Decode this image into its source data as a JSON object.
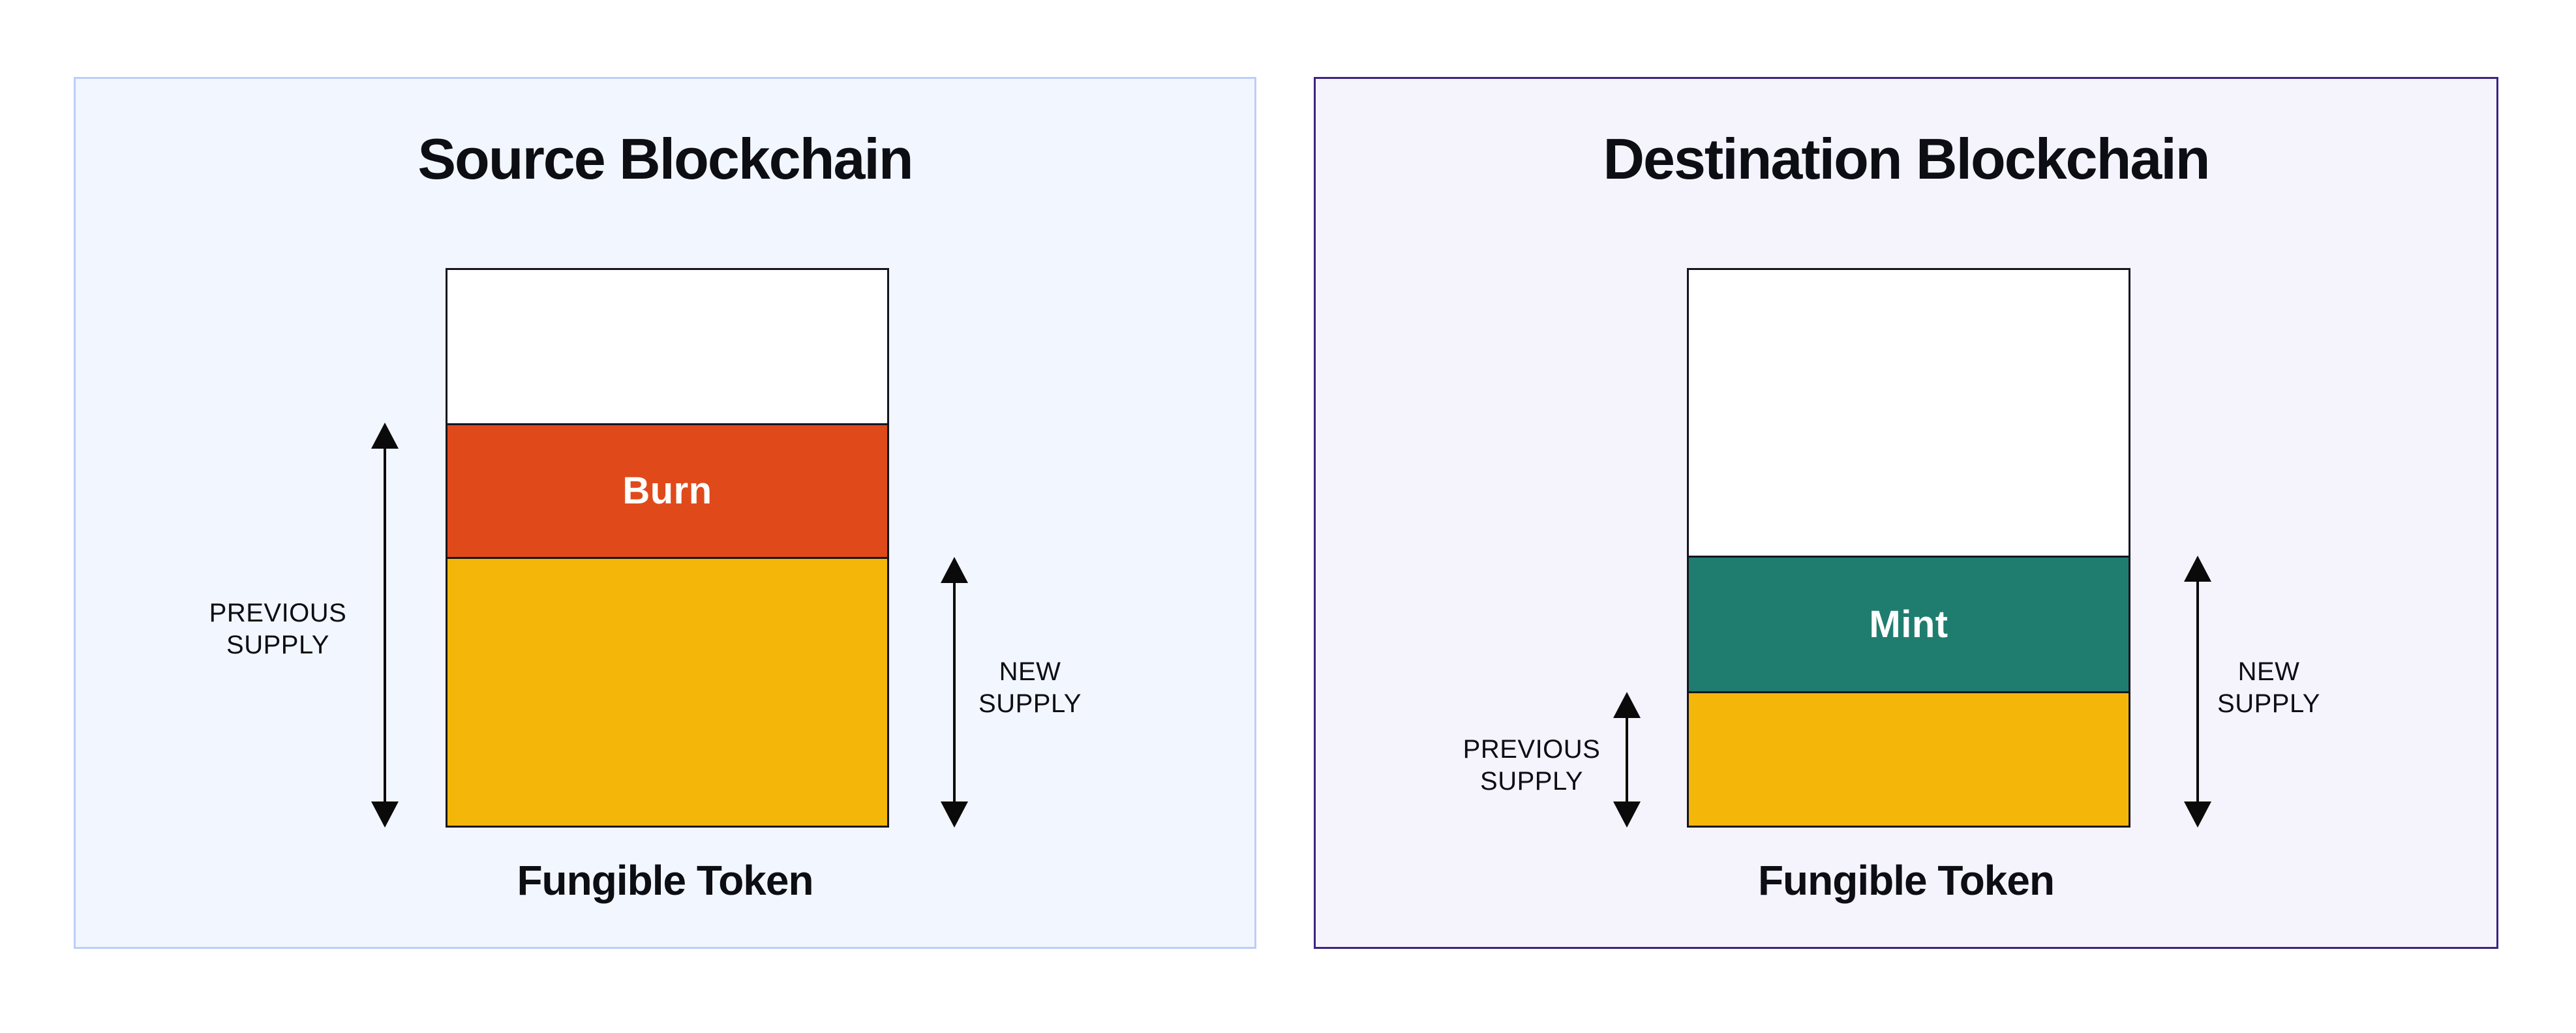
{
  "colors": {
    "page_bg": "#FFFFFF",
    "source_panel_bg": "#F2F6FE",
    "source_panel_border": "#BCCEF8",
    "destination_panel_bg": "#F5F3FC",
    "destination_panel_border": "#3B2483",
    "bar_outline": "#14161F",
    "burn": "#E04A1B",
    "mint": "#1F7D6F",
    "supply_yellow": "#F5B60A",
    "segment_white": "#FFFFFF",
    "segment_label_text": "#FFFFFF",
    "text_dark": "#0D0E14",
    "arrow": "#0A0A0A"
  },
  "panels": {
    "source": {
      "title": "Source Blockchain",
      "caption": "Fungible Token",
      "bar": {
        "segments": [
          {
            "name": "unallocated",
            "label": "",
            "height_pct": 27.6
          },
          {
            "name": "burn",
            "label": "Burn",
            "height_pct": 24.0
          },
          {
            "name": "remaining-supply",
            "label": "",
            "height_pct": 48.4
          }
        ]
      },
      "previous_supply_label": {
        "line1": "PREVIOUS",
        "line2": "SUPPLY"
      },
      "new_supply_label": {
        "line1": "NEW",
        "line2": "SUPPLY"
      }
    },
    "destination": {
      "title": "Destination Blockchain",
      "caption": "Fungible Token",
      "bar": {
        "segments": [
          {
            "name": "unallocated",
            "label": "",
            "height_pct": 51.4
          },
          {
            "name": "mint",
            "label": "Mint",
            "height_pct": 24.4
          },
          {
            "name": "previous-supply",
            "label": "",
            "height_pct": 24.2
          }
        ]
      },
      "previous_supply_label": {
        "line1": "PREVIOUS",
        "line2": "SUPPLY"
      },
      "new_supply_label": {
        "line1": "NEW",
        "line2": "SUPPLY"
      }
    }
  }
}
